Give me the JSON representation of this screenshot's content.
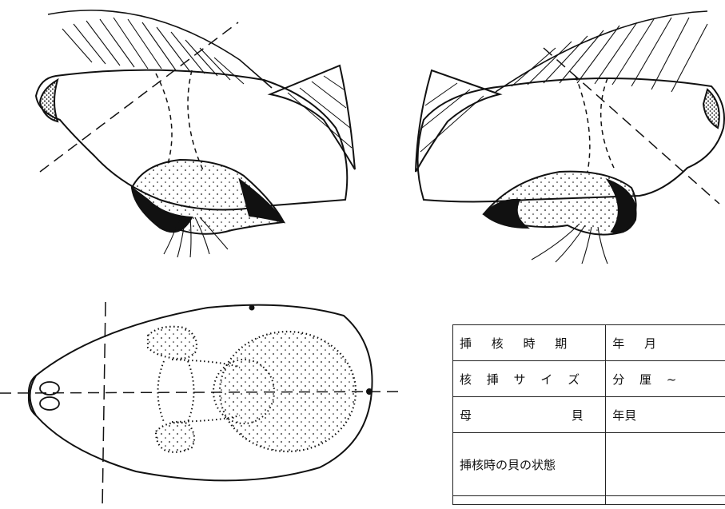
{
  "table": {
    "rows": [
      {
        "label": "挿 核 時 期",
        "value": "年 月"
      },
      {
        "label": "核 挿 サ イ ズ",
        "value": "分 厘 ~"
      },
      {
        "label": "母 貝",
        "value": "年貝"
      },
      {
        "label": "挿核時の貝の状態",
        "value": ""
      }
    ]
  }
}
